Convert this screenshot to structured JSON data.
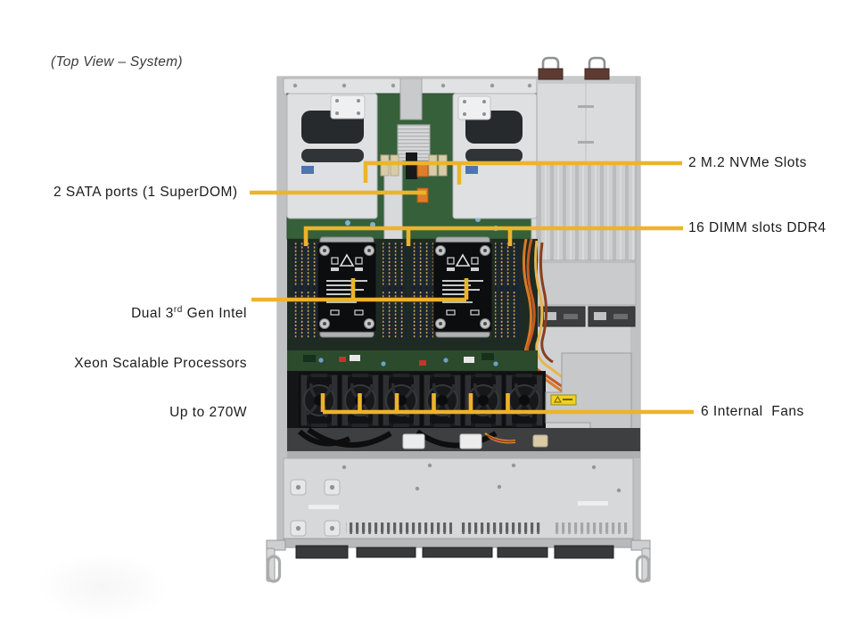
{
  "title": "(Top View – System)",
  "callouts": {
    "m2_nvme": "2 M.2 NVMe Slots",
    "sata": "2 SATA ports (1 SuperDOM)",
    "dimm": "16 DIMM slots DDR4",
    "cpu_line1_pre": "Dual 3",
    "cpu_line1_sup": "rd",
    "cpu_line1_post": " Gen Intel",
    "cpu_line2": "Xeon Scalable Processors",
    "cpu_line3": "Up to 270W",
    "fans": "6 Internal  Fans"
  },
  "colors": {
    "callout_line": "#EDB32B",
    "label_text": "#1B1B1B",
    "motherboard_green": "#35603A",
    "chassis_silver": "#D2D4D6",
    "warning_sticker": "#EFD11F"
  }
}
